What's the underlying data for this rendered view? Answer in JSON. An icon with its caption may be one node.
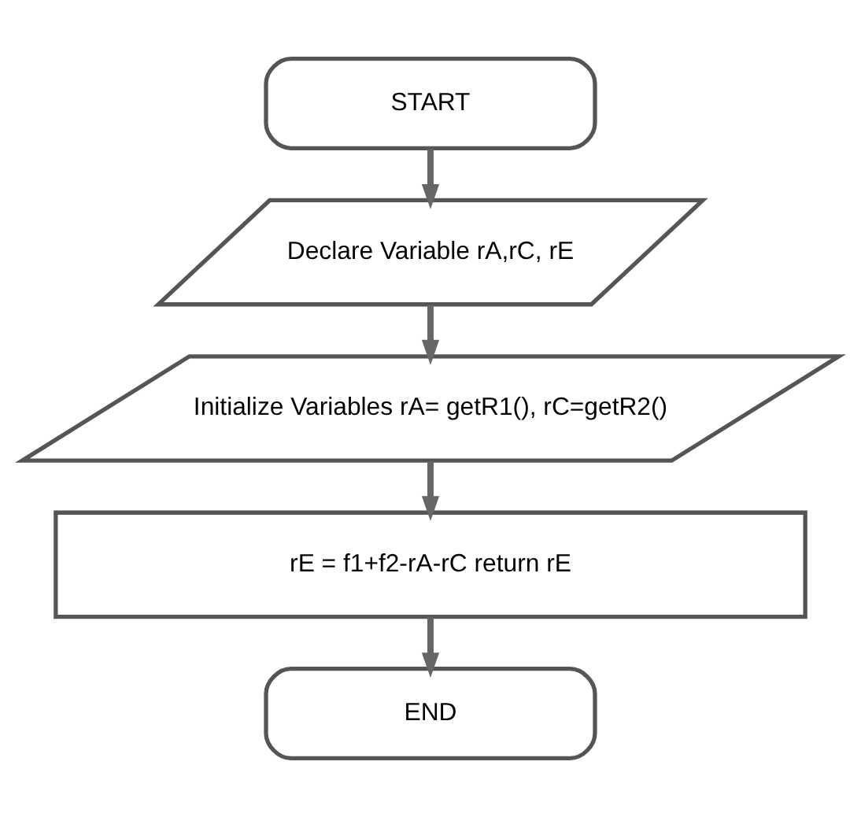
{
  "diagram": {
    "nodes": [
      {
        "text": [
          "START"
        ]
      },
      {
        "text": [
          "Declare Variable rA,rC, rE"
        ]
      },
      {
        "text": [
          "Initialize Variables rA= getR1(), rC=getR2()"
        ]
      },
      {
        "text": [
          "rE = f1+f2-rA-rC return rE"
        ]
      },
      {
        "text": [
          "END"
        ]
      }
    ],
    "edges": [
      {
        "from": 0,
        "to": 1,
        "arrow": "to"
      },
      {
        "from": 1,
        "to": 2,
        "arrow": "to"
      },
      {
        "from": 2,
        "to": 3,
        "arrow": "to"
      },
      {
        "from": 3,
        "to": 4,
        "arrow": "to"
      }
    ]
  }
}
